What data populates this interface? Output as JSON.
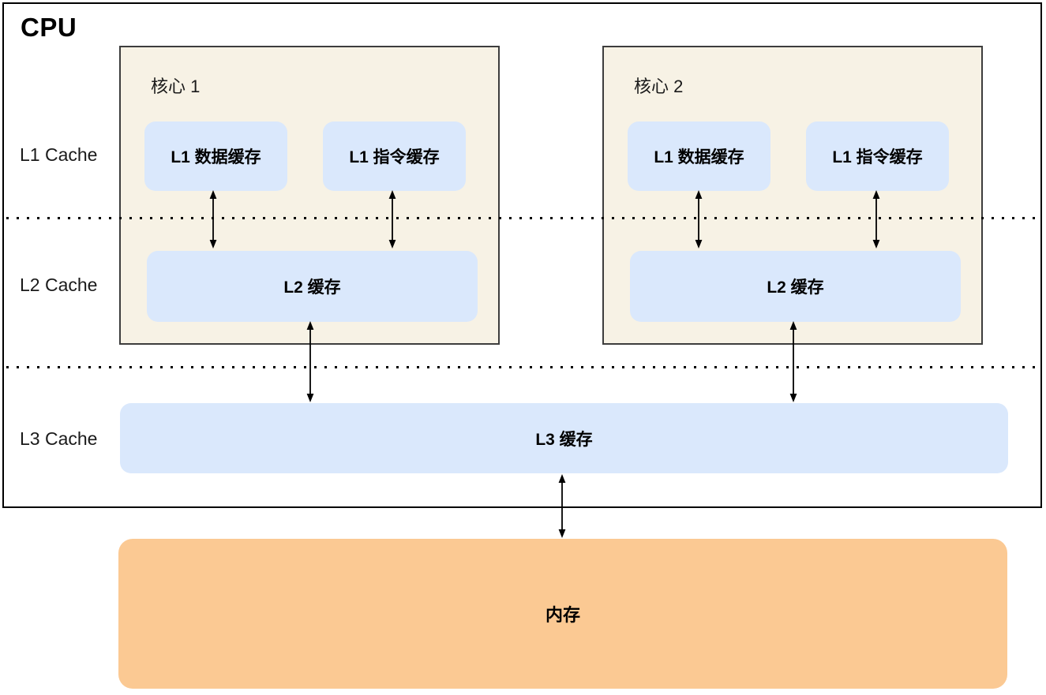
{
  "diagram": {
    "title": "CPU",
    "row_labels": [
      "L1 Cache",
      "L2 Cache",
      "L3 Cache"
    ],
    "cores": [
      {
        "label": "核心 1",
        "l1_data": "L1 数据缓存",
        "l1_inst": "L1 指令缓存",
        "l2": "L2 缓存"
      },
      {
        "label": "核心 2",
        "l1_data": "L1 数据缓存",
        "l1_inst": "L1 指令缓存",
        "l2": "L2 缓存"
      }
    ],
    "l3_label": "L3 缓存",
    "memory_label": "内存",
    "connections": [
      "core1-l1-data <-> core1-l2",
      "core1-l1-inst <-> core1-l2",
      "core2-l1-data <-> core2-l2",
      "core2-l1-inst <-> core2-l2",
      "core1-l2 <-> l3",
      "core2-l2 <-> l3",
      "l3 <-> memory"
    ],
    "colors": {
      "core_fill": "#F7F2E5",
      "core_border": "#3D3D3D",
      "cache_fill": "#DAE8FC",
      "memory_fill": "#FBC993",
      "outline": "#000000",
      "text": "#1A1A1A"
    }
  }
}
